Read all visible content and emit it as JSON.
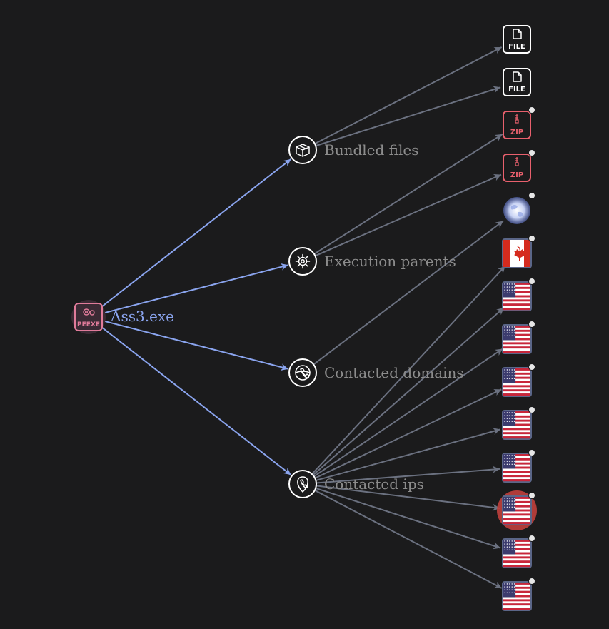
{
  "root": {
    "label": "Ass3.exe",
    "type_label": "PEEXE",
    "icon": "peexe-gear-icon",
    "color": "#e07b9a"
  },
  "relations": [
    {
      "key": "bundled",
      "label": "Bundled files",
      "icon": "box-icon"
    },
    {
      "key": "parents",
      "label": "Execution parents",
      "icon": "gear-icon"
    },
    {
      "key": "domains",
      "label": "Contacted domains",
      "icon": "globe-phone-icon"
    },
    {
      "key": "ips",
      "label": "Contacted ips",
      "icon": "location-pin-icon"
    }
  ],
  "leaves": [
    {
      "parent": "bundled",
      "kind": "file",
      "badge": "FILE",
      "flagged": false
    },
    {
      "parent": "bundled",
      "kind": "file",
      "badge": "FILE",
      "flagged": false
    },
    {
      "parent": "parents",
      "kind": "zip",
      "badge": "ZIP",
      "flagged": false
    },
    {
      "parent": "parents",
      "kind": "zip",
      "badge": "ZIP",
      "flagged": false
    },
    {
      "parent": "domains",
      "kind": "globe",
      "badge": "",
      "flagged": false
    },
    {
      "parent": "ips",
      "kind": "flag-ca",
      "badge": "",
      "flagged": false
    },
    {
      "parent": "ips",
      "kind": "flag-us",
      "badge": "",
      "flagged": false
    },
    {
      "parent": "ips",
      "kind": "flag-us",
      "badge": "",
      "flagged": false
    },
    {
      "parent": "ips",
      "kind": "flag-us",
      "badge": "",
      "flagged": false
    },
    {
      "parent": "ips",
      "kind": "flag-us",
      "badge": "",
      "flagged": false
    },
    {
      "parent": "ips",
      "kind": "flag-us",
      "badge": "",
      "flagged": false
    },
    {
      "parent": "ips",
      "kind": "flag-us",
      "badge": "",
      "flagged": true
    },
    {
      "parent": "ips",
      "kind": "flag-us",
      "badge": "",
      "flagged": false
    },
    {
      "parent": "ips",
      "kind": "flag-us",
      "badge": "",
      "flagged": false
    }
  ],
  "colors": {
    "background": "#1b1b1c",
    "root_edge": "#8aa4ee",
    "leaf_edge": "#6b7180",
    "node_stroke": "#ffffff",
    "zip": "#e8606d",
    "flag_frame": "#5b6688",
    "flagged_halo": "#c0403d",
    "label": "#8c8c8c"
  }
}
